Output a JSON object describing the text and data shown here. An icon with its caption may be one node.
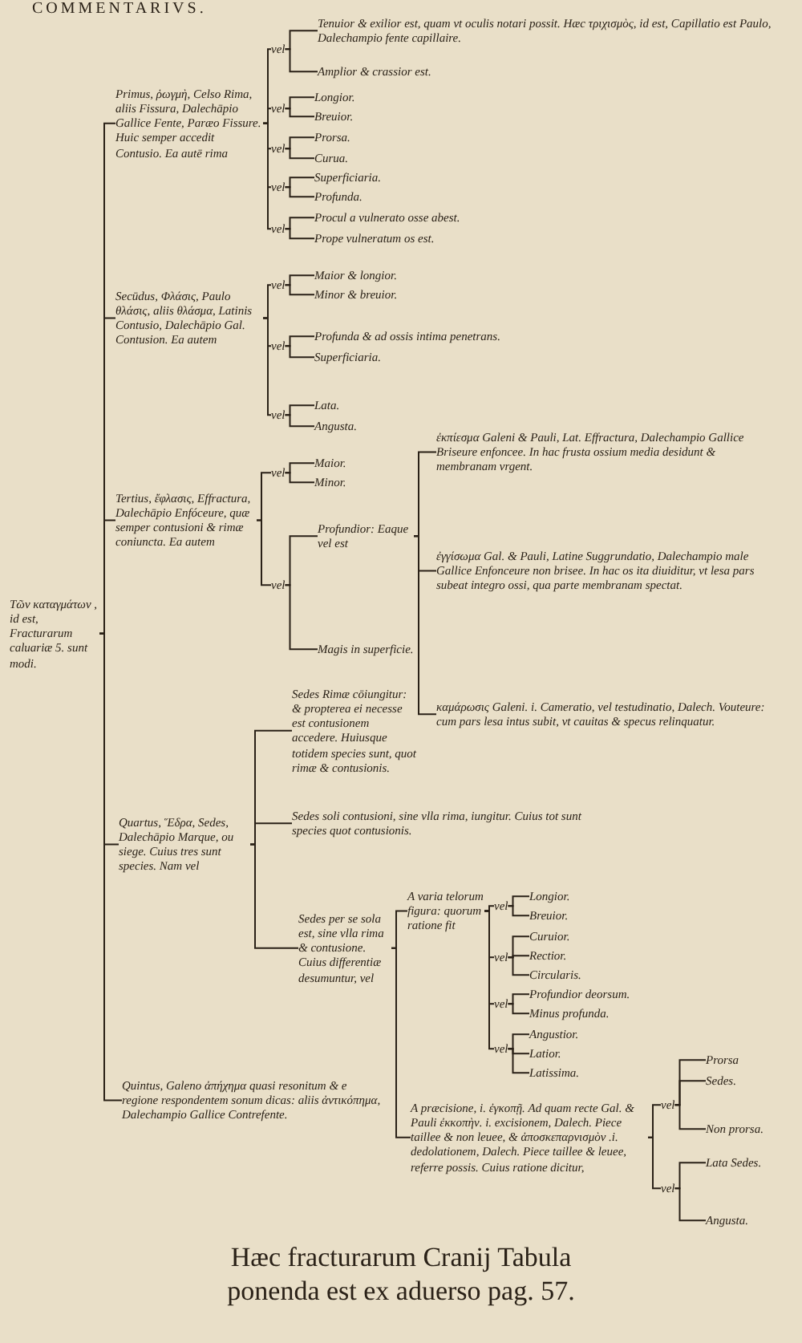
{
  "diagram": {
    "caption": "Hæc fracturarum Cranij Tabula ponenda est ex aduerso pag. 57.",
    "nodes": [
      {
        "text": [
          "Τῶν καταγμάτων , id est, Fracturarum caluariæ 5. sunt modi."
        ]
      },
      {
        "text": [
          "Primus, ῥωγμὴ, Celso Rima, aliis Fissura, Dalechāpio Gallice Fente, Paræo Fissure. Huic semper accedit Contusio. Ea autē rima"
        ]
      },
      {
        "text": [
          "vel"
        ]
      },
      {
        "text": [
          "Tenuior & exilior est, quam vt oculis notari possit. Hæc τριχισμὸς, id est, Capillatio est Paulo, Dalechampio fente capillaire."
        ]
      },
      {
        "text": [
          "Amplior & crassior est."
        ]
      },
      {
        "text": [
          "vel"
        ]
      },
      {
        "text": [
          "Longior."
        ]
      },
      {
        "text": [
          "Breuior."
        ]
      },
      {
        "text": [
          "vel"
        ]
      },
      {
        "text": [
          "Prorsa."
        ]
      },
      {
        "text": [
          "Curua."
        ]
      },
      {
        "text": [
          "vel"
        ]
      },
      {
        "text": [
          "Superficiaria."
        ]
      },
      {
        "text": [
          "Profunda."
        ]
      },
      {
        "text": [
          "vel"
        ]
      },
      {
        "text": [
          "Procul a vulnerato osse abest."
        ]
      },
      {
        "text": [
          "Prope vulneratum os est."
        ]
      },
      {
        "text": [
          "Secūdus, Φλάσις, Paulo θλάσις, aliis θλάσμα, Latinis Contusio, Dalechāpio Gal. Contusion. Ea autem"
        ]
      },
      {
        "text": [
          "vel"
        ]
      },
      {
        "text": [
          "Maior & longior."
        ]
      },
      {
        "text": [
          "Minor & breuior."
        ]
      },
      {
        "text": [
          "vel"
        ]
      },
      {
        "text": [
          "Profunda & ad ossis intima penetrans."
        ]
      },
      {
        "text": [
          "Superficiaria."
        ]
      },
      {
        "text": [
          "vel"
        ]
      },
      {
        "text": [
          "Lata."
        ]
      },
      {
        "text": [
          "Angusta."
        ]
      },
      {
        "text": [
          "Tertius, ἔφλασις, Effractura, Dalechāpio Enfóceure, quæ semper contusioni & rimæ coniuncta. Ea autem"
        ]
      },
      {
        "text": [
          "vel"
        ]
      },
      {
        "text": [
          "Maior."
        ]
      },
      {
        "text": [
          "Minor."
        ]
      },
      {
        "text": [
          "vel"
        ]
      },
      {
        "text": [
          "Profundior: Eaque vel est"
        ]
      },
      {
        "text": [
          "Magis in superficie."
        ]
      },
      {
        "text": [
          "ἐκπίεσμα Galeni & Pauli, Lat. Effractura, Dalechampio Gallice Briseure enfoncee. In hac frusta ossium media desidunt & membranam vrgent."
        ]
      },
      {
        "text": [
          "ἐγγίσωμα Gal. & Pauli, Latine Suggrundatio, Dalechampio male Gallice Enfonceure non brisee. In hac os ita diuiditur, vt lesa pars subeat integro ossi, qua parte membranam spectat."
        ]
      },
      {
        "text": [
          "καμάρωσις Galeni. i. Cameratio, vel testudinatio, Dalech. Vouteure: cum pars lesa intus subit, vt cauitas & specus relinquatur."
        ]
      },
      {
        "text": [
          "Quartus, Ἕδρα, Sedes, Dalechāpio Marque, ou siege. Cuius tres sunt species. Nam vel"
        ]
      },
      {
        "text": [
          "Sedes Rimæ cōiungitur: & propterea ei necesse est contusionem accedere. Huiusque totidem species sunt, quot rimæ & contusionis."
        ]
      },
      {
        "text": [
          "Sedes soli contusioni, sine vlla rima, iungitur. Cuius tot sunt species quot contusionis."
        ]
      },
      {
        "text": [
          "Sedes per se sola est, sine vlla rima & contusione. Cuius differentiæ desumuntur, vel"
        ]
      },
      {
        "text": [
          "A varia telorum figura: quorum ratione fit"
        ]
      },
      {
        "text": [
          "vel"
        ]
      },
      {
        "text": [
          "Longior."
        ]
      },
      {
        "text": [
          "Breuior."
        ]
      },
      {
        "text": [
          "vel"
        ]
      },
      {
        "text": [
          "Curuior."
        ]
      },
      {
        "text": [
          "Rectior."
        ]
      },
      {
        "text": [
          "Circularis."
        ]
      },
      {
        "text": [
          "vel"
        ]
      },
      {
        "text": [
          "Profundior deorsum."
        ]
      },
      {
        "text": [
          "Minus profunda."
        ]
      },
      {
        "text": [
          "vel"
        ]
      },
      {
        "text": [
          "Angustior."
        ]
      },
      {
        "text": [
          "Latior."
        ]
      },
      {
        "text": [
          "Latissima."
        ]
      },
      {
        "text": [
          "Quintus, Galeno ἀπήχημα quasi resonitum & e regione respondentem sonum dicas: aliis ἀντικόπημα, Dalechampio Gallice Contrefente."
        ]
      },
      {
        "text": [
          "A præcisione, i. ἐγκοπῇ. Ad quam recte Gal. & Pauli ἐκκοπὴν. i. excisionem, Dalech. Piece taillee & non leuee, & ἀποσκεπαρνισμὸν .i. dedolationem, Dalech. Piece taillee & leuee, referre possis. Cuius ratione dicitur,"
        ]
      },
      {
        "text": [
          "vel"
        ]
      },
      {
        "text": [
          "Prorsa"
        ]
      },
      {
        "text": [
          "Sedes."
        ]
      },
      {
        "text": [
          "Non prorsa."
        ]
      },
      {
        "text": [
          "vel"
        ]
      },
      {
        "text": [
          "Lata Sedes."
        ]
      },
      {
        "text": [
          "Angusta."
        ]
      }
    ],
    "edges": [
      {
        "from": 0,
        "to": 1,
        "arrow": "none"
      },
      {
        "from": 0,
        "to": 17,
        "arrow": "none"
      },
      {
        "from": 0,
        "to": 27,
        "arrow": "none"
      },
      {
        "from": 0,
        "to": 37,
        "arrow": "none"
      },
      {
        "from": 0,
        "to": 56,
        "arrow": "none"
      },
      {
        "from": 1,
        "to": 2,
        "arrow": "none"
      },
      {
        "from": 1,
        "to": 5,
        "arrow": "none"
      },
      {
        "from": 1,
        "to": 8,
        "arrow": "none"
      },
      {
        "from": 1,
        "to": 11,
        "arrow": "none"
      },
      {
        "from": 1,
        "to": 14,
        "arrow": "none"
      },
      {
        "from": 2,
        "to": 3,
        "arrow": "none"
      },
      {
        "from": 2,
        "to": 4,
        "arrow": "none"
      },
      {
        "from": 5,
        "to": 6,
        "arrow": "none"
      },
      {
        "from": 5,
        "to": 7,
        "arrow": "none"
      },
      {
        "from": 8,
        "to": 9,
        "arrow": "none"
      },
      {
        "from": 8,
        "to": 10,
        "arrow": "none"
      },
      {
        "from": 11,
        "to": 12,
        "arrow": "none"
      },
      {
        "from": 11,
        "to": 13,
        "arrow": "none"
      },
      {
        "from": 14,
        "to": 15,
        "arrow": "none"
      },
      {
        "from": 14,
        "to": 16,
        "arrow": "none"
      },
      {
        "from": 17,
        "to": 18,
        "arrow": "none"
      },
      {
        "from": 17,
        "to": 21,
        "arrow": "none"
      },
      {
        "from": 17,
        "to": 24,
        "arrow": "none"
      },
      {
        "from": 18,
        "to": 19,
        "arrow": "none"
      },
      {
        "from": 18,
        "to": 20,
        "arrow": "none"
      },
      {
        "from": 21,
        "to": 22,
        "arrow": "none"
      },
      {
        "from": 21,
        "to": 23,
        "arrow": "none"
      },
      {
        "from": 24,
        "to": 25,
        "arrow": "none"
      },
      {
        "from": 24,
        "to": 26,
        "arrow": "none"
      },
      {
        "from": 27,
        "to": 28,
        "arrow": "none"
      },
      {
        "from": 27,
        "to": 31,
        "arrow": "none"
      },
      {
        "from": 28,
        "to": 29,
        "arrow": "none"
      },
      {
        "from": 28,
        "to": 30,
        "arrow": "none"
      },
      {
        "from": 31,
        "to": 32,
        "arrow": "none"
      },
      {
        "from": 31,
        "to": 33,
        "arrow": "none"
      },
      {
        "from": 32,
        "to": 34,
        "arrow": "none"
      },
      {
        "from": 32,
        "to": 35,
        "arrow": "none"
      },
      {
        "from": 32,
        "to": 36,
        "arrow": "none"
      },
      {
        "from": 37,
        "to": 38,
        "arrow": "none"
      },
      {
        "from": 37,
        "to": 39,
        "arrow": "none"
      },
      {
        "from": 37,
        "to": 40,
        "arrow": "none"
      },
      {
        "from": 40,
        "to": 41,
        "arrow": "none"
      },
      {
        "from": 40,
        "to": 57,
        "arrow": "none"
      },
      {
        "from": 41,
        "to": 42,
        "arrow": "none"
      },
      {
        "from": 41,
        "to": 45,
        "arrow": "none"
      },
      {
        "from": 41,
        "to": 49,
        "arrow": "none"
      },
      {
        "from": 41,
        "to": 52,
        "arrow": "none"
      },
      {
        "from": 42,
        "to": 43,
        "arrow": "none"
      },
      {
        "from": 42,
        "to": 44,
        "arrow": "none"
      },
      {
        "from": 45,
        "to": 46,
        "arrow": "none"
      },
      {
        "from": 45,
        "to": 47,
        "arrow": "none"
      },
      {
        "from": 45,
        "to": 48,
        "arrow": "none"
      },
      {
        "from": 49,
        "to": 50,
        "arrow": "none"
      },
      {
        "from": 49,
        "to": 51,
        "arrow": "none"
      },
      {
        "from": 52,
        "to": 53,
        "arrow": "none"
      },
      {
        "from": 52,
        "to": 54,
        "arrow": "none"
      },
      {
        "from": 52,
        "to": 55,
        "arrow": "none"
      },
      {
        "from": 57,
        "to": 58,
        "arrow": "none"
      },
      {
        "from": 57,
        "to": 62,
        "arrow": "none"
      },
      {
        "from": 58,
        "to": 59,
        "arrow": "none"
      },
      {
        "from": 58,
        "to": 60,
        "arrow": "none"
      },
      {
        "from": 58,
        "to": 61,
        "arrow": "none"
      },
      {
        "from": 62,
        "to": 63,
        "arrow": "none"
      },
      {
        "from": 62,
        "to": 64,
        "arrow": "none"
      }
    ],
    "labels": [
      "COMMENTARIVS."
    ]
  }
}
